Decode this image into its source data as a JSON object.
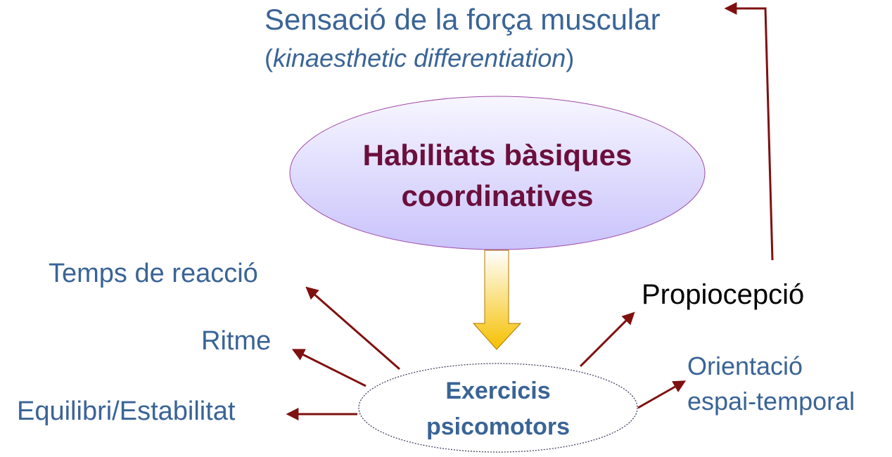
{
  "colors": {
    "text_blue": "#3a6496",
    "title_maroon": "#6b0f3d",
    "arrow_maroon": "#7f1010",
    "ellipse_top": "#f7f6ff",
    "ellipse_bottom": "#c9c3fb",
    "ellipse_border": "#a04aa8",
    "block_arrow_top": "#ffffff",
    "block_arrow_bottom": "#f5c000"
  },
  "top_label": {
    "line1": "Sensació de la força muscular",
    "open_paren": "(",
    "italic": "kinaesthetic differentiation",
    "close_paren": ")"
  },
  "main_node": {
    "line1": "Habilitats bàsiques",
    "line2": "coordinatives"
  },
  "center_node": {
    "line1": "Exercicis",
    "line2": "psicomotors"
  },
  "branches": {
    "reaccio": "Temps de reacció",
    "ritme": "Ritme",
    "equilibri": "Equilibri/Estabilitat",
    "propiocepcio": "Propiocepció",
    "orientacio_line1": "Orientació",
    "orientacio_line2": "espai-temporal"
  }
}
